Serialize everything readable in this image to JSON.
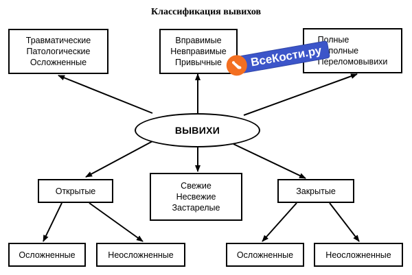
{
  "title": "Классификация вывихов",
  "center": {
    "label": "ВЫВИХИ"
  },
  "top_boxes": [
    {
      "lines": [
        "Травматические",
        "Патологические",
        "Осложненные"
      ]
    },
    {
      "lines": [
        "Вправимые",
        "Невправимые",
        "Привычные"
      ]
    },
    {
      "lines": [
        "Полные",
        "Неполные",
        "Переломовывихи"
      ]
    }
  ],
  "middle_boxes": {
    "open": {
      "label": "Открытые"
    },
    "fresh": {
      "lines": [
        "Свежие",
        "Несвежие",
        "Застарелые"
      ]
    },
    "closed": {
      "label": "Закрытые"
    }
  },
  "bottom_boxes": {
    "open_complicated": "Осложненные",
    "open_uncomplicated": "Неосложненные",
    "closed_complicated": "Осложненные",
    "closed_uncomplicated": "Неосложненные"
  },
  "watermark": {
    "text": "ВсеКости.ру",
    "badge_color": "#f36f21",
    "bar_color": "#3c55c9"
  }
}
